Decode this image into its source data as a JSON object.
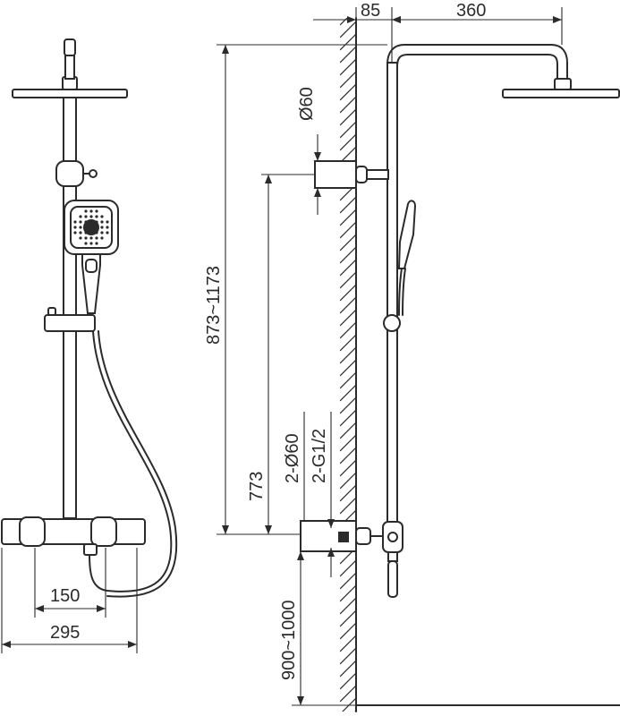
{
  "dimensions": {
    "wall_offset": "85",
    "arm_length": "360",
    "head_diameter": "Ø60",
    "height_range": "873~1173",
    "inlet_height": "773",
    "inlet_diameter": "2-Ø60",
    "thread": "2-G1/2",
    "mixer_spacing": "150",
    "mixer_width": "295",
    "mount_height": "900~1000"
  },
  "colors": {
    "line": "#2b2b2b",
    "background": "#ffffff"
  }
}
